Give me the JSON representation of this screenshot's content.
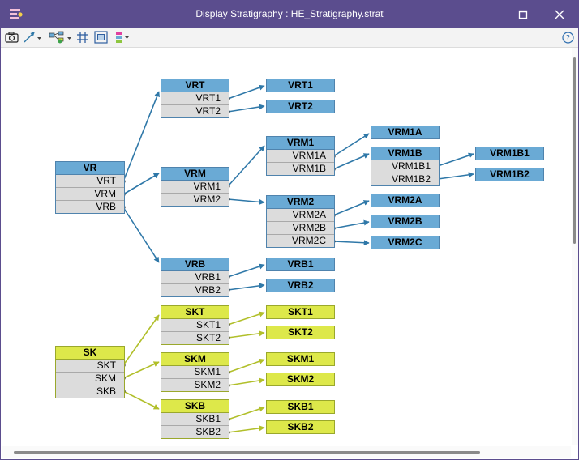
{
  "window": {
    "title": "Display Stratigraphy : HE_Stratigraphy.strat"
  },
  "colors": {
    "titlebar": "#5b4d8e",
    "blue_header": "#6aaad5",
    "blue_link": "#2f78a8",
    "yellow_header": "#dde84a",
    "yellow_link": "#b1bf2a",
    "unit_row": "#dcdcdc"
  },
  "toolbar": {
    "icons": [
      "camera-icon",
      "arrow-icon",
      "hierarchy-icon",
      "grid-icon",
      "fit-view-icon",
      "color-legend-icon",
      "help-icon"
    ]
  },
  "stratigraphy": {
    "vr": {
      "name": "VR",
      "children": [
        "VRT",
        "VRM",
        "VRB"
      ]
    },
    "vrt": {
      "name": "VRT",
      "children": [
        "VRT1",
        "VRT2"
      ]
    },
    "vrm": {
      "name": "VRM",
      "children": [
        "VRM1",
        "VRM2"
      ]
    },
    "vrb": {
      "name": "VRB",
      "children": [
        "VRB1",
        "VRB2"
      ]
    },
    "vrm1": {
      "name": "VRM1",
      "children": [
        "VRM1A",
        "VRM1B"
      ]
    },
    "vrm2": {
      "name": "VRM2",
      "children": [
        "VRM2A",
        "VRM2B",
        "VRM2C"
      ]
    },
    "vrm1b": {
      "name": "VRM1B",
      "children": [
        "VRM1B1",
        "VRM1B2"
      ]
    },
    "sk": {
      "name": "SK",
      "children": [
        "SKT",
        "SKM",
        "SKB"
      ]
    },
    "skt": {
      "name": "SKT",
      "children": [
        "SKT1",
        "SKT2"
      ]
    },
    "skm": {
      "name": "SKM",
      "children": [
        "SKM1",
        "SKM2"
      ]
    },
    "skb": {
      "name": "SKB",
      "children": [
        "SKB1",
        "SKB2"
      ]
    },
    "leaves": {
      "vrt1": "VRT1",
      "vrt2": "VRT2",
      "vrm1a": "VRM1A",
      "vrm1b1": "VRM1B1",
      "vrm1b2": "VRM1B2",
      "vrm2a": "VRM2A",
      "vrm2b": "VRM2B",
      "vrm2c": "VRM2C",
      "vrb1": "VRB1",
      "vrb2": "VRB2",
      "skt1": "SKT1",
      "skt2": "SKT2",
      "skm1": "SKM1",
      "skm2": "SKM2",
      "skb1": "SKB1",
      "skb2": "SKB2"
    }
  }
}
